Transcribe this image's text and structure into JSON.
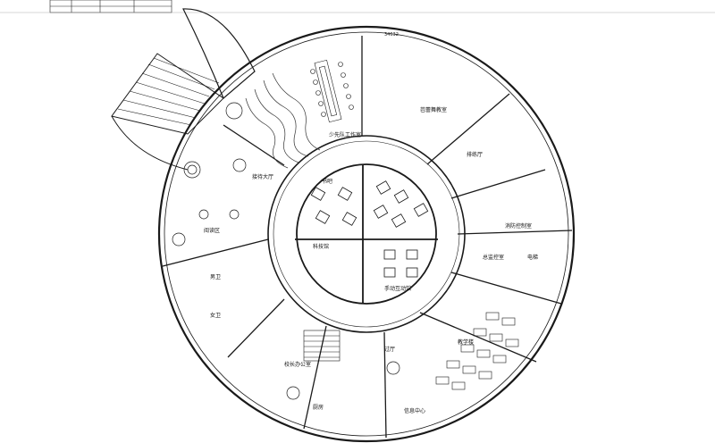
{
  "title_block": {
    "ref": "34632"
  },
  "rooms": {
    "ballet": "芭蕾舞教室",
    "youth_work": "少先队工作室",
    "rehearsal": "排练厅",
    "lobby": "接待大厅",
    "reading": "阅读区",
    "tech_hall": "科技馆",
    "interactive": "手动互动馆",
    "fire_control": "消防控制室",
    "main_control": "总监控室",
    "elevator": "电梯",
    "male_wc": "男卫",
    "female_wc": "女卫",
    "principal": "校长办公室",
    "info": "信息中心",
    "kitchen": "厨房",
    "corridor": "过厅",
    "classroom": "教学楼",
    "bookbar": "书吧"
  },
  "colors": {
    "line": "#1a1a1a",
    "paper": "#ffffff"
  }
}
